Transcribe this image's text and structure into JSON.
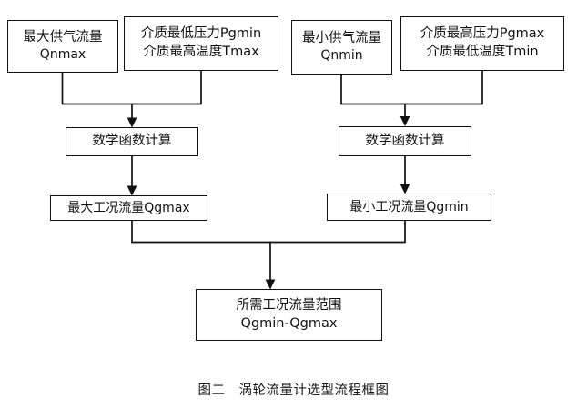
{
  "figure": {
    "caption": "图二　涡轮流量计选型流程框图",
    "type": "flowchart",
    "orientation": "top-to-bottom",
    "line_color": "#111111",
    "background_color": "#ffffff"
  },
  "nodes": {
    "qnmax": {
      "id": "qnmax",
      "line1": "最大供气流量",
      "line2": "Qnmax",
      "role": "input"
    },
    "pgmin_tmax": {
      "id": "pgmin-tmax",
      "line1": "介质最低压力Pgmin",
      "line2": "介质最高温度Tmax",
      "role": "input"
    },
    "qnmin": {
      "id": "qnmin",
      "line1": "最小供气流量",
      "line2": "Qnmin",
      "role": "input"
    },
    "pgmax_tmin": {
      "id": "pgmax-tmin",
      "line1": "介质最高压力Pgmax",
      "line2": "介质最低温度Tmin",
      "role": "input"
    },
    "calc_left": {
      "id": "calc-left",
      "line1": "数学函数计算",
      "role": "process"
    },
    "calc_right": {
      "id": "calc-right",
      "line1": "数学函数计算",
      "role": "process"
    },
    "qgmax": {
      "id": "qgmax",
      "line1": "最大工况流量Qgmax",
      "role": "result"
    },
    "qgmin": {
      "id": "qgmin",
      "line1": "最小工况流量Qgmin",
      "role": "result"
    },
    "range": {
      "id": "range",
      "line1": "所需工况流量范围",
      "line2": "Qgmin-Qgmax",
      "role": "output"
    }
  },
  "edges": [
    {
      "from": "qnmax",
      "to": "calc-left",
      "style": "elbow-merge"
    },
    {
      "from": "pgmin-tmax",
      "to": "calc-left",
      "style": "elbow-merge"
    },
    {
      "from": "qnmin",
      "to": "calc-right",
      "style": "elbow-merge"
    },
    {
      "from": "pgmax-tmin",
      "to": "calc-right",
      "style": "elbow-merge"
    },
    {
      "from": "calc-left",
      "to": "qgmax",
      "style": "straight-arrow"
    },
    {
      "from": "calc-right",
      "to": "qgmin",
      "style": "straight-arrow"
    },
    {
      "from": "qgmax",
      "to": "range",
      "style": "elbow-merge"
    },
    {
      "from": "qgmin",
      "to": "range",
      "style": "elbow-merge"
    }
  ]
}
